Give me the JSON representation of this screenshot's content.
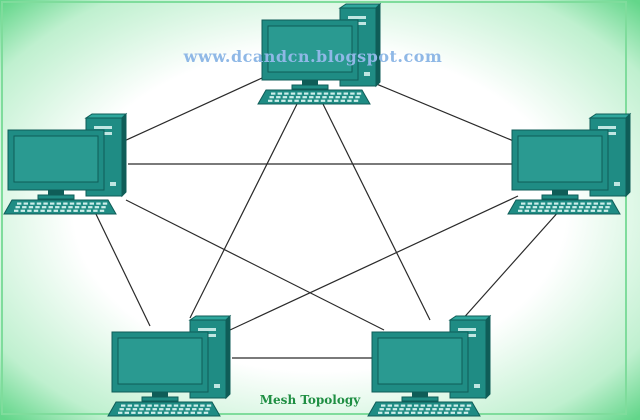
{
  "watermark_url": "www.dcandcn.blogspot.com",
  "caption": "Mesh Topology",
  "colors": {
    "background_glow": "#63d68a",
    "background_center": "#ffffff",
    "link": "#2a2a2a",
    "computer_fill": "#1f8c84",
    "computer_dark": "#0f5d58",
    "screen": "#2a9a91",
    "url_text": "#8fb8e6",
    "caption_text": "#1e8e42"
  },
  "nodes": [
    {
      "id": "computer-top",
      "icon": "desktop-computer-icon"
    },
    {
      "id": "computer-left",
      "icon": "desktop-computer-icon"
    },
    {
      "id": "computer-right",
      "icon": "desktop-computer-icon"
    },
    {
      "id": "computer-bottom-left",
      "icon": "desktop-computer-icon"
    },
    {
      "id": "computer-bottom-right",
      "icon": "desktop-computer-icon"
    }
  ],
  "links": [
    [
      "computer-top",
      "computer-left"
    ],
    [
      "computer-top",
      "computer-right"
    ],
    [
      "computer-top",
      "computer-bottom-left"
    ],
    [
      "computer-top",
      "computer-bottom-right"
    ],
    [
      "computer-left",
      "computer-right"
    ],
    [
      "computer-left",
      "computer-bottom-left"
    ],
    [
      "computer-left",
      "computer-bottom-right"
    ],
    [
      "computer-right",
      "computer-bottom-left"
    ],
    [
      "computer-right",
      "computer-bottom-right"
    ],
    [
      "computer-bottom-left",
      "computer-bottom-right"
    ]
  ]
}
